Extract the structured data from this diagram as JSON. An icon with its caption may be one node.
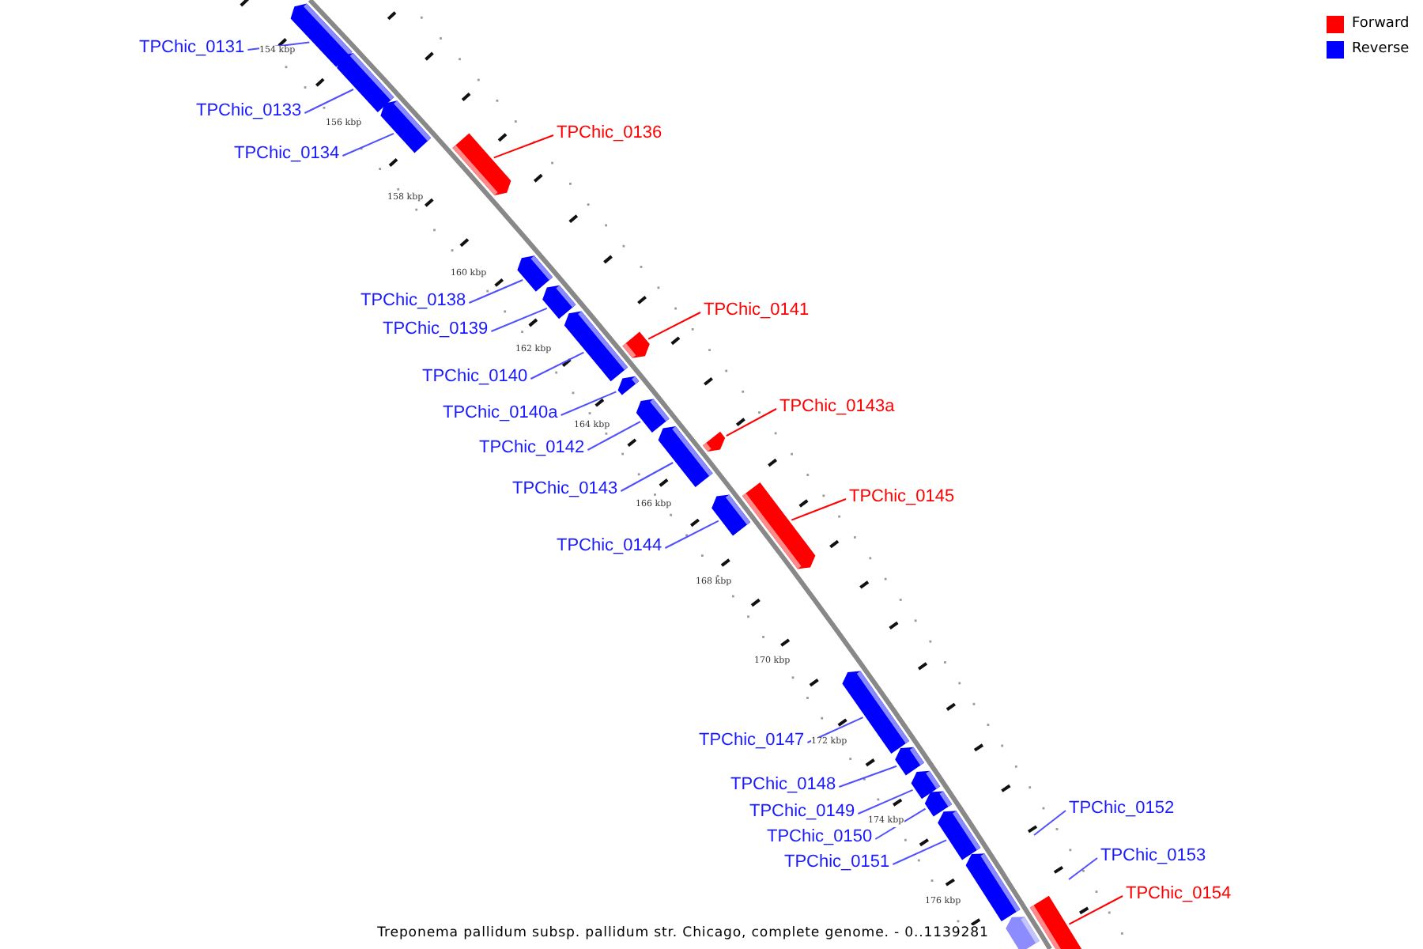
{
  "diagram": {
    "caption": "Treponema pallidum subsp. pallidum str. Chicago, complete genome. - 0..1139281",
    "nodes": [
      {
        "text": [
          "TPChic_0131"
        ]
      },
      {
        "text": [],
        "shape": "bar"
      },
      {
        "text": [
          "TPChic_0133"
        ]
      },
      {
        "text": [],
        "shape": "bar"
      },
      {
        "text": [
          "TPChic_0134"
        ]
      },
      {
        "text": [],
        "shape": "bar"
      },
      {
        "text": [
          "TPChic_0136"
        ]
      },
      {
        "text": [],
        "shape": "bar"
      },
      {
        "text": [
          "TPChic_0138"
        ]
      },
      {
        "text": [],
        "shape": "bar"
      },
      {
        "text": [
          "TPChic_0139"
        ]
      },
      {
        "text": [],
        "shape": "bar"
      },
      {
        "text": [
          "TPChic_0140"
        ]
      },
      {
        "text": [],
        "shape": "bar"
      },
      {
        "text": [
          "TPChic_0140a"
        ]
      },
      {
        "text": [],
        "shape": "bar"
      },
      {
        "text": [
          "TPChic_0141"
        ]
      },
      {
        "text": [],
        "shape": "bar"
      },
      {
        "text": [
          "TPChic_0142"
        ]
      },
      {
        "text": [],
        "shape": "bar"
      },
      {
        "text": [
          "TPChic_0143"
        ]
      },
      {
        "text": [],
        "shape": "bar"
      },
      {
        "text": [
          "TPChic_0143a"
        ]
      },
      {
        "text": [],
        "shape": "bar"
      },
      {
        "text": [
          "TPChic_0144"
        ]
      },
      {
        "text": [],
        "shape": "bar"
      },
      {
        "text": [
          "TPChic_0145"
        ]
      },
      {
        "text": [],
        "shape": "bar"
      },
      {
        "text": [
          "TPChic_0147"
        ]
      },
      {
        "text": [],
        "shape": "bar"
      },
      {
        "text": [
          "TPChic_0148"
        ]
      },
      {
        "text": [],
        "shape": "bar"
      },
      {
        "text": [
          "TPChic_0149"
        ]
      },
      {
        "text": [],
        "shape": "bar"
      },
      {
        "text": [
          "TPChic_0150"
        ]
      },
      {
        "text": [],
        "shape": "bar"
      },
      {
        "text": [
          "TPChic_0151"
        ]
      },
      {
        "text": [],
        "shape": "bar"
      },
      {
        "text": [
          "TPChic_0152"
        ]
      },
      {
        "text": [
          "TPChic_0153"
        ]
      },
      {
        "text": [
          "TPChic_0154"
        ]
      },
      {
        "text": [],
        "shape": "bar"
      },
      {
        "text": [],
        "shape": "bar"
      },
      {
        "text": [],
        "shape": "bar"
      }
    ],
    "edges": [
      {
        "from": 0,
        "to": 1,
        "arrow": "none"
      },
      {
        "from": 2,
        "to": 3,
        "arrow": "none"
      },
      {
        "from": 4,
        "to": 5,
        "arrow": "none"
      },
      {
        "from": 6,
        "to": 7,
        "arrow": "none",
        "color": "#ff0000"
      },
      {
        "from": 8,
        "to": 9,
        "arrow": "none"
      },
      {
        "from": 10,
        "to": 11,
        "arrow": "none"
      },
      {
        "from": 12,
        "to": 13,
        "arrow": "none"
      },
      {
        "from": 14,
        "to": 15,
        "arrow": "none"
      },
      {
        "from": 16,
        "to": 17,
        "arrow": "none",
        "color": "#ff0000"
      },
      {
        "from": 18,
        "to": 19,
        "arrow": "none"
      },
      {
        "from": 20,
        "to": 21,
        "arrow": "none"
      },
      {
        "from": 22,
        "to": 23,
        "arrow": "none",
        "color": "#ff0000"
      },
      {
        "from": 24,
        "to": 25,
        "arrow": "none"
      },
      {
        "from": 26,
        "to": 27,
        "arrow": "none",
        "color": "#ff0000"
      },
      {
        "from": 28,
        "to": 29,
        "arrow": "none"
      },
      {
        "from": 30,
        "to": 31,
        "arrow": "none"
      },
      {
        "from": 32,
        "to": 33,
        "arrow": "none"
      },
      {
        "from": 34,
        "to": 35,
        "arrow": "none"
      },
      {
        "from": 36,
        "to": 37,
        "arrow": "none"
      },
      {
        "from": 38,
        "to": null,
        "arrow": "none"
      },
      {
        "from": 39,
        "to": null,
        "arrow": "none"
      },
      {
        "from": 40,
        "to": 41,
        "arrow": "none",
        "color": "#ff0000"
      }
    ],
    "labels": [
      "154 kbp",
      "156 kbp",
      "158 kbp",
      "160 kbp",
      "162 kbp",
      "164 kbp",
      "166 kbp",
      "168 kbp",
      "170 kbp",
      "172 kbp",
      "174 kbp",
      "176 kbp"
    ],
    "legend": [
      {
        "text": "Forward",
        "color": "#ff0000"
      },
      {
        "text": "Reverse",
        "color": "#0000ff"
      }
    ]
  }
}
